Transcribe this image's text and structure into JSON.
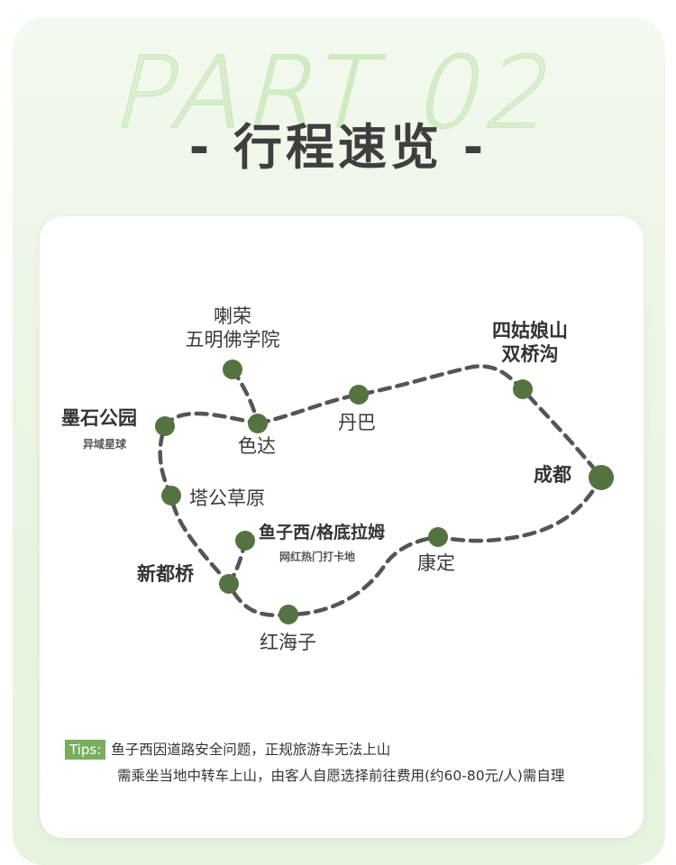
{
  "header": {
    "part_text": "PART 02",
    "title": "- 行程速览 -"
  },
  "colors": {
    "route": "#555555",
    "node": "#557340",
    "tag_bg": "#79ad5f",
    "panel_bg": "#eaf5e3"
  },
  "route_stops": {
    "larong": [
      "喇荣",
      "五明佛学院"
    ],
    "moshi": "墨石公园",
    "moshi_sub": "异域星球",
    "seda": "色达",
    "danba": "丹巴",
    "siguniang": [
      "四姑娘山",
      "双桥沟"
    ],
    "chengdu": "成都",
    "tagong": "塔公草原",
    "yuzixi": "鱼子西/格底拉姆",
    "yuzixi_sub": "网红热门打卡地",
    "xinduqiao": "新都桥",
    "kangding": "康定",
    "hongaizi": "红海子"
  },
  "tips": {
    "tag": "Tips:",
    "line1": "鱼子西因道路安全问题，正规旅游车无法上山",
    "line2": "需乘坐当地中转车上山，由客人自愿选择前往费用(约60-80元/人)需自理"
  }
}
